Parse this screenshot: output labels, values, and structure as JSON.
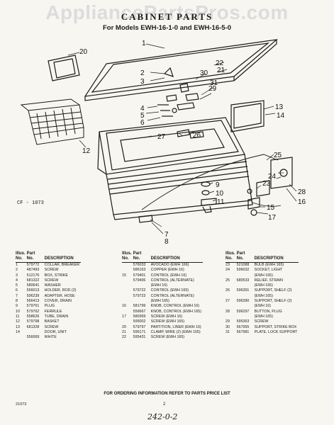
{
  "header": {
    "watermark": "AppliancePartsPros.com",
    "title": "CABINET PARTS",
    "subtitle": "For Models EWH-16-1-0 and EWH-16-5-0"
  },
  "diagram": {
    "figure_code": "CF - 1073",
    "callouts": [
      "1",
      "2",
      "3",
      "4",
      "5",
      "6",
      "7",
      "8",
      "9",
      "10",
      "11",
      "12",
      "13",
      "14",
      "15",
      "16",
      "17",
      "20",
      "21",
      "22",
      "23",
      "24",
      "25",
      "26",
      "27",
      "28",
      "29",
      "30",
      "31"
    ]
  },
  "table_headers": {
    "illus": "Illus.",
    "part": "Part",
    "no": "No.",
    "description": "DESCRIPTION"
  },
  "parts_col1": [
    {
      "no": "1",
      "part": "579772",
      "desc": "Collar, Breaker"
    },
    {
      "no": "2",
      "part": "487493",
      "desc": "Screw"
    },
    {
      "no": "3",
      "part": "512176",
      "desc": "Box, Strike"
    },
    {
      "no": "4",
      "part": "681322",
      "desc": "Screw"
    },
    {
      "no": "5",
      "part": "580641",
      "desc": "Washer"
    },
    {
      "no": "6",
      "part": "556013",
      "desc": "Holder, Rod (2)"
    },
    {
      "no": "7",
      "part": "596239",
      "desc": "Adapter, Hose"
    },
    {
      "no": "8",
      "part": "566413",
      "desc": "Cover, Drain"
    },
    {
      "no": "9",
      "part": "579761",
      "desc": "Plug"
    },
    {
      "no": "10",
      "part": "579762",
      "desc": "Ferrule"
    },
    {
      "no": "11",
      "part": "558626",
      "desc": "Tube, Drain"
    },
    {
      "no": "12",
      "part": "579798",
      "desc": "Basket"
    },
    {
      "no": "13",
      "part": "681328",
      "desc": "Screw"
    },
    {
      "no": "14",
      "part": "",
      "desc": "Door, Unit"
    },
    {
      "no": "",
      "part": "556069",
      "desc": "White"
    }
  ],
  "parts_col2": [
    {
      "no": "",
      "part": "576033",
      "desc": "Avocado (EWH 166)"
    },
    {
      "no": "",
      "part": "586163",
      "desc": "Copper (EWH 16)"
    },
    {
      "no": "15",
      "part": "579401",
      "desc": "Control (EWH 16)"
    },
    {
      "no": "",
      "part": "579406",
      "desc": "Control (Alternate)"
    },
    {
      "no": "",
      "part": "",
      "desc": "(EWH 16)"
    },
    {
      "no": "",
      "part": "579722",
      "desc": "Control (EWH 165)"
    },
    {
      "no": "",
      "part": "579723",
      "desc": "Control (Alternate)"
    },
    {
      "no": "",
      "part": "",
      "desc": "(EWH 165)"
    },
    {
      "no": "16",
      "part": "581799",
      "desc": "Knob, Control (EWH 16)"
    },
    {
      "no": "",
      "part": "556667",
      "desc": "Knob, Control (EWH 165)"
    },
    {
      "no": "17",
      "part": "580369",
      "desc": "Screw (EWH 16)"
    },
    {
      "no": "",
      "part": "595002",
      "desc": "Screw (EWH 165)"
    },
    {
      "no": "20",
      "part": "579797",
      "desc": "Partition, Liner (EWH 16)"
    },
    {
      "no": "21",
      "part": "596171",
      "desc": "Clamp, Wire (2) (EWH 165)"
    },
    {
      "no": "22",
      "part": "595431",
      "desc": "Screw (EWH 165)"
    }
  ],
  "parts_col3": [
    {
      "no": "23",
      "part": "521088",
      "desc": "Bulb (EWH 165)"
    },
    {
      "no": "24",
      "part": "596032",
      "desc": "Socket, Light"
    },
    {
      "no": "",
      "part": "",
      "desc": "(EWH 165)"
    },
    {
      "no": "25",
      "part": "680533",
      "desc": "Relief, Strain"
    },
    {
      "no": "",
      "part": "",
      "desc": "(EWH 165)"
    },
    {
      "no": "26",
      "part": "596391",
      "desc": "Support, Shelf (2)"
    },
    {
      "no": "",
      "part": "",
      "desc": "(EWH 165)"
    },
    {
      "no": "27",
      "part": "596390",
      "desc": "Support, Shelf (2)"
    },
    {
      "no": "",
      "part": "",
      "desc": "(EWH 16)"
    },
    {
      "no": "28",
      "part": "596297",
      "desc": "Button, Plug"
    },
    {
      "no": "",
      "part": "",
      "desc": "(EWH 165)"
    },
    {
      "no": "29",
      "part": "595363",
      "desc": "Screw"
    },
    {
      "no": "30",
      "part": "567955",
      "desc": "Support, Strike Box"
    },
    {
      "no": "31",
      "part": "567981",
      "desc": "Plate, Lock Support"
    }
  ],
  "footer": {
    "ordering": "FOR ORDERING INFORMATION REFER TO PARTS PRICE LIST",
    "doc_code": "21073",
    "page": "2",
    "handwritten": "242-0-2"
  }
}
